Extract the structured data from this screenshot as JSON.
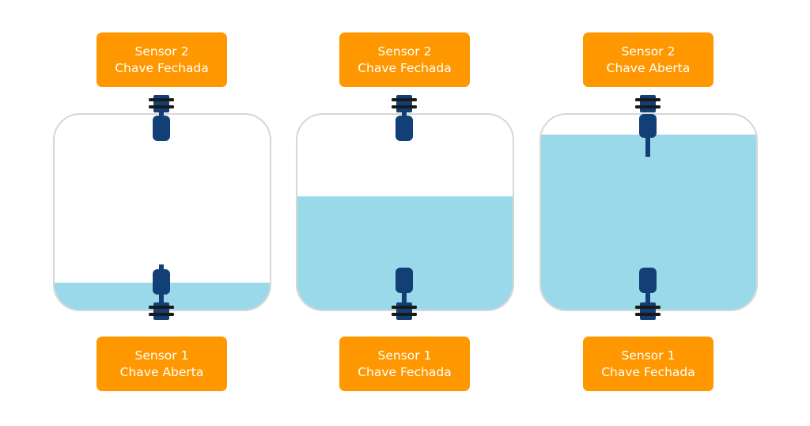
{
  "colors": {
    "label_bg": "#ff9800",
    "label_text": "#ffffff",
    "water": "#9ad9ea",
    "tank_border": "#d6d6d6",
    "sensor_body": "#123f75",
    "sensor_washer": "#1a1a1a"
  },
  "tanks": [
    {
      "sensor2": {
        "title": "Sensor 2",
        "state": "Chave Fechada"
      },
      "sensor1": {
        "title": "Sensor 1",
        "state": "Chave Aberta"
      },
      "water_level": 0.14
    },
    {
      "sensor2": {
        "title": "Sensor 2",
        "state": "Chave Fechada"
      },
      "sensor1": {
        "title": "Sensor 1",
        "state": "Chave Fechada"
      },
      "water_level": 0.58
    },
    {
      "sensor2": {
        "title": "Sensor 2",
        "state": "Chave Aberta"
      },
      "sensor1": {
        "title": "Sensor 1",
        "state": "Chave Fechada"
      },
      "water_level": 0.9
    }
  ]
}
